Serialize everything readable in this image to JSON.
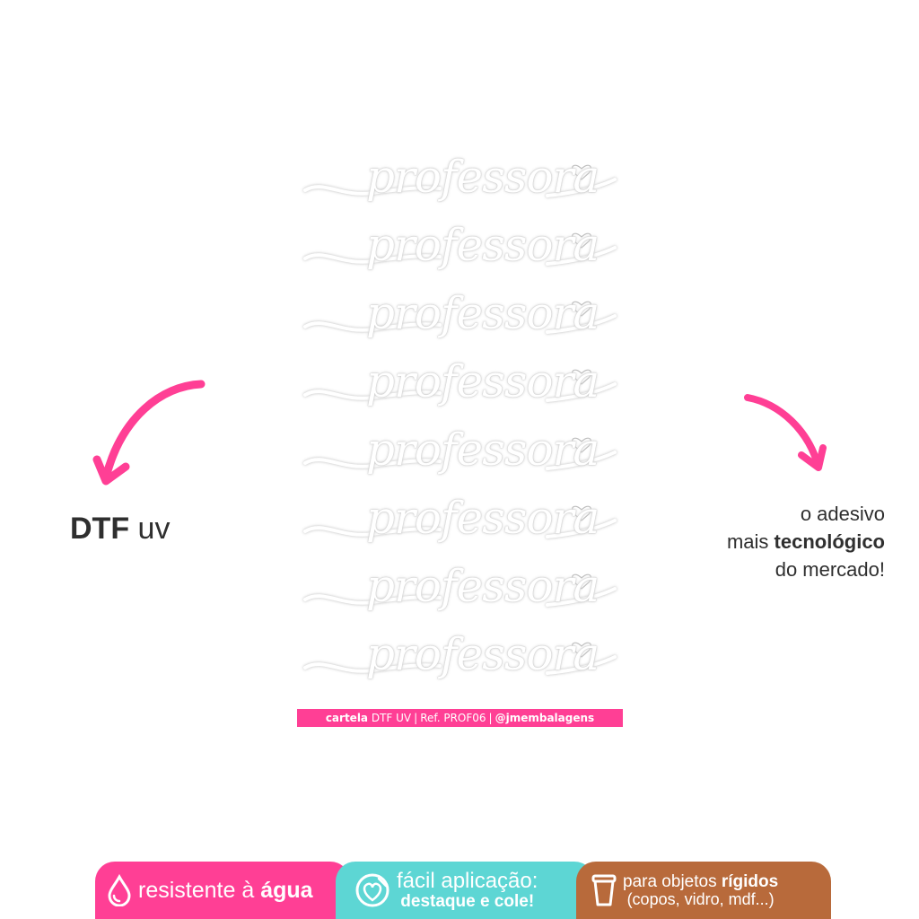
{
  "sticker_sheet": {
    "word": "professora",
    "count": 8,
    "footer": {
      "prefix": "cartela",
      "product": "DTF UV",
      "sep": "|",
      "ref": "Ref. PROF06",
      "handle": "@jmembalagens"
    }
  },
  "left_label": {
    "bold": "DTF",
    "light": "uv"
  },
  "right_text": {
    "line1": "o adesivo",
    "line2_prefix": "mais",
    "line2_bold": "tecnológico",
    "line3": "do mercado!"
  },
  "badges": [
    {
      "icon": "water-drop-icon",
      "text": "resistente à",
      "bold": "água",
      "color": "#ff3f95"
    },
    {
      "icon": "sticker-peel-icon",
      "line1": "fácil aplicação:",
      "line2": "destaque e cole!",
      "color": "#5dd6d4"
    },
    {
      "icon": "cup-icon",
      "line1_prefix": "para objetos",
      "line1_bold": "rígidos",
      "line2": "(copos, vidro, mdf...)",
      "color": "#b86a3b"
    }
  ],
  "colors": {
    "accent": "#ff3f95",
    "text": "#2f2f2f",
    "teal": "#5dd6d4",
    "brown": "#b86a3b"
  }
}
